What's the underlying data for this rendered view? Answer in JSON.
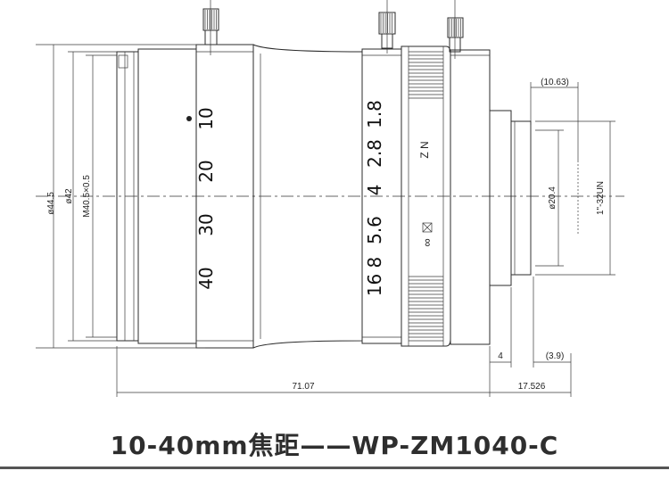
{
  "title": "10-40mm焦距——WP-ZM1040-C",
  "dimensions": {
    "outer_diameter": "ø44.5",
    "body_diameter": "ø42",
    "filter_thread": "M40.5×0.5",
    "total_length": "71.07",
    "flange_length": "17.526",
    "mount_ref": "(10.63)",
    "mount_diameter": "ø20.4",
    "mount_thread": "1\"-32UN",
    "mount_step": "4",
    "back_ref": "(3.9)"
  },
  "focal_scale": [
    "10",
    "20",
    "30",
    "40"
  ],
  "aperture_scale": [
    "1.8",
    "2.8",
    "4",
    "5.6",
    "16 8"
  ],
  "ring_marks": {
    "focus": "Z N",
    "infinity": "∞"
  },
  "colors": {
    "line": "#2b2b2b",
    "title": "#2e2e2e"
  }
}
